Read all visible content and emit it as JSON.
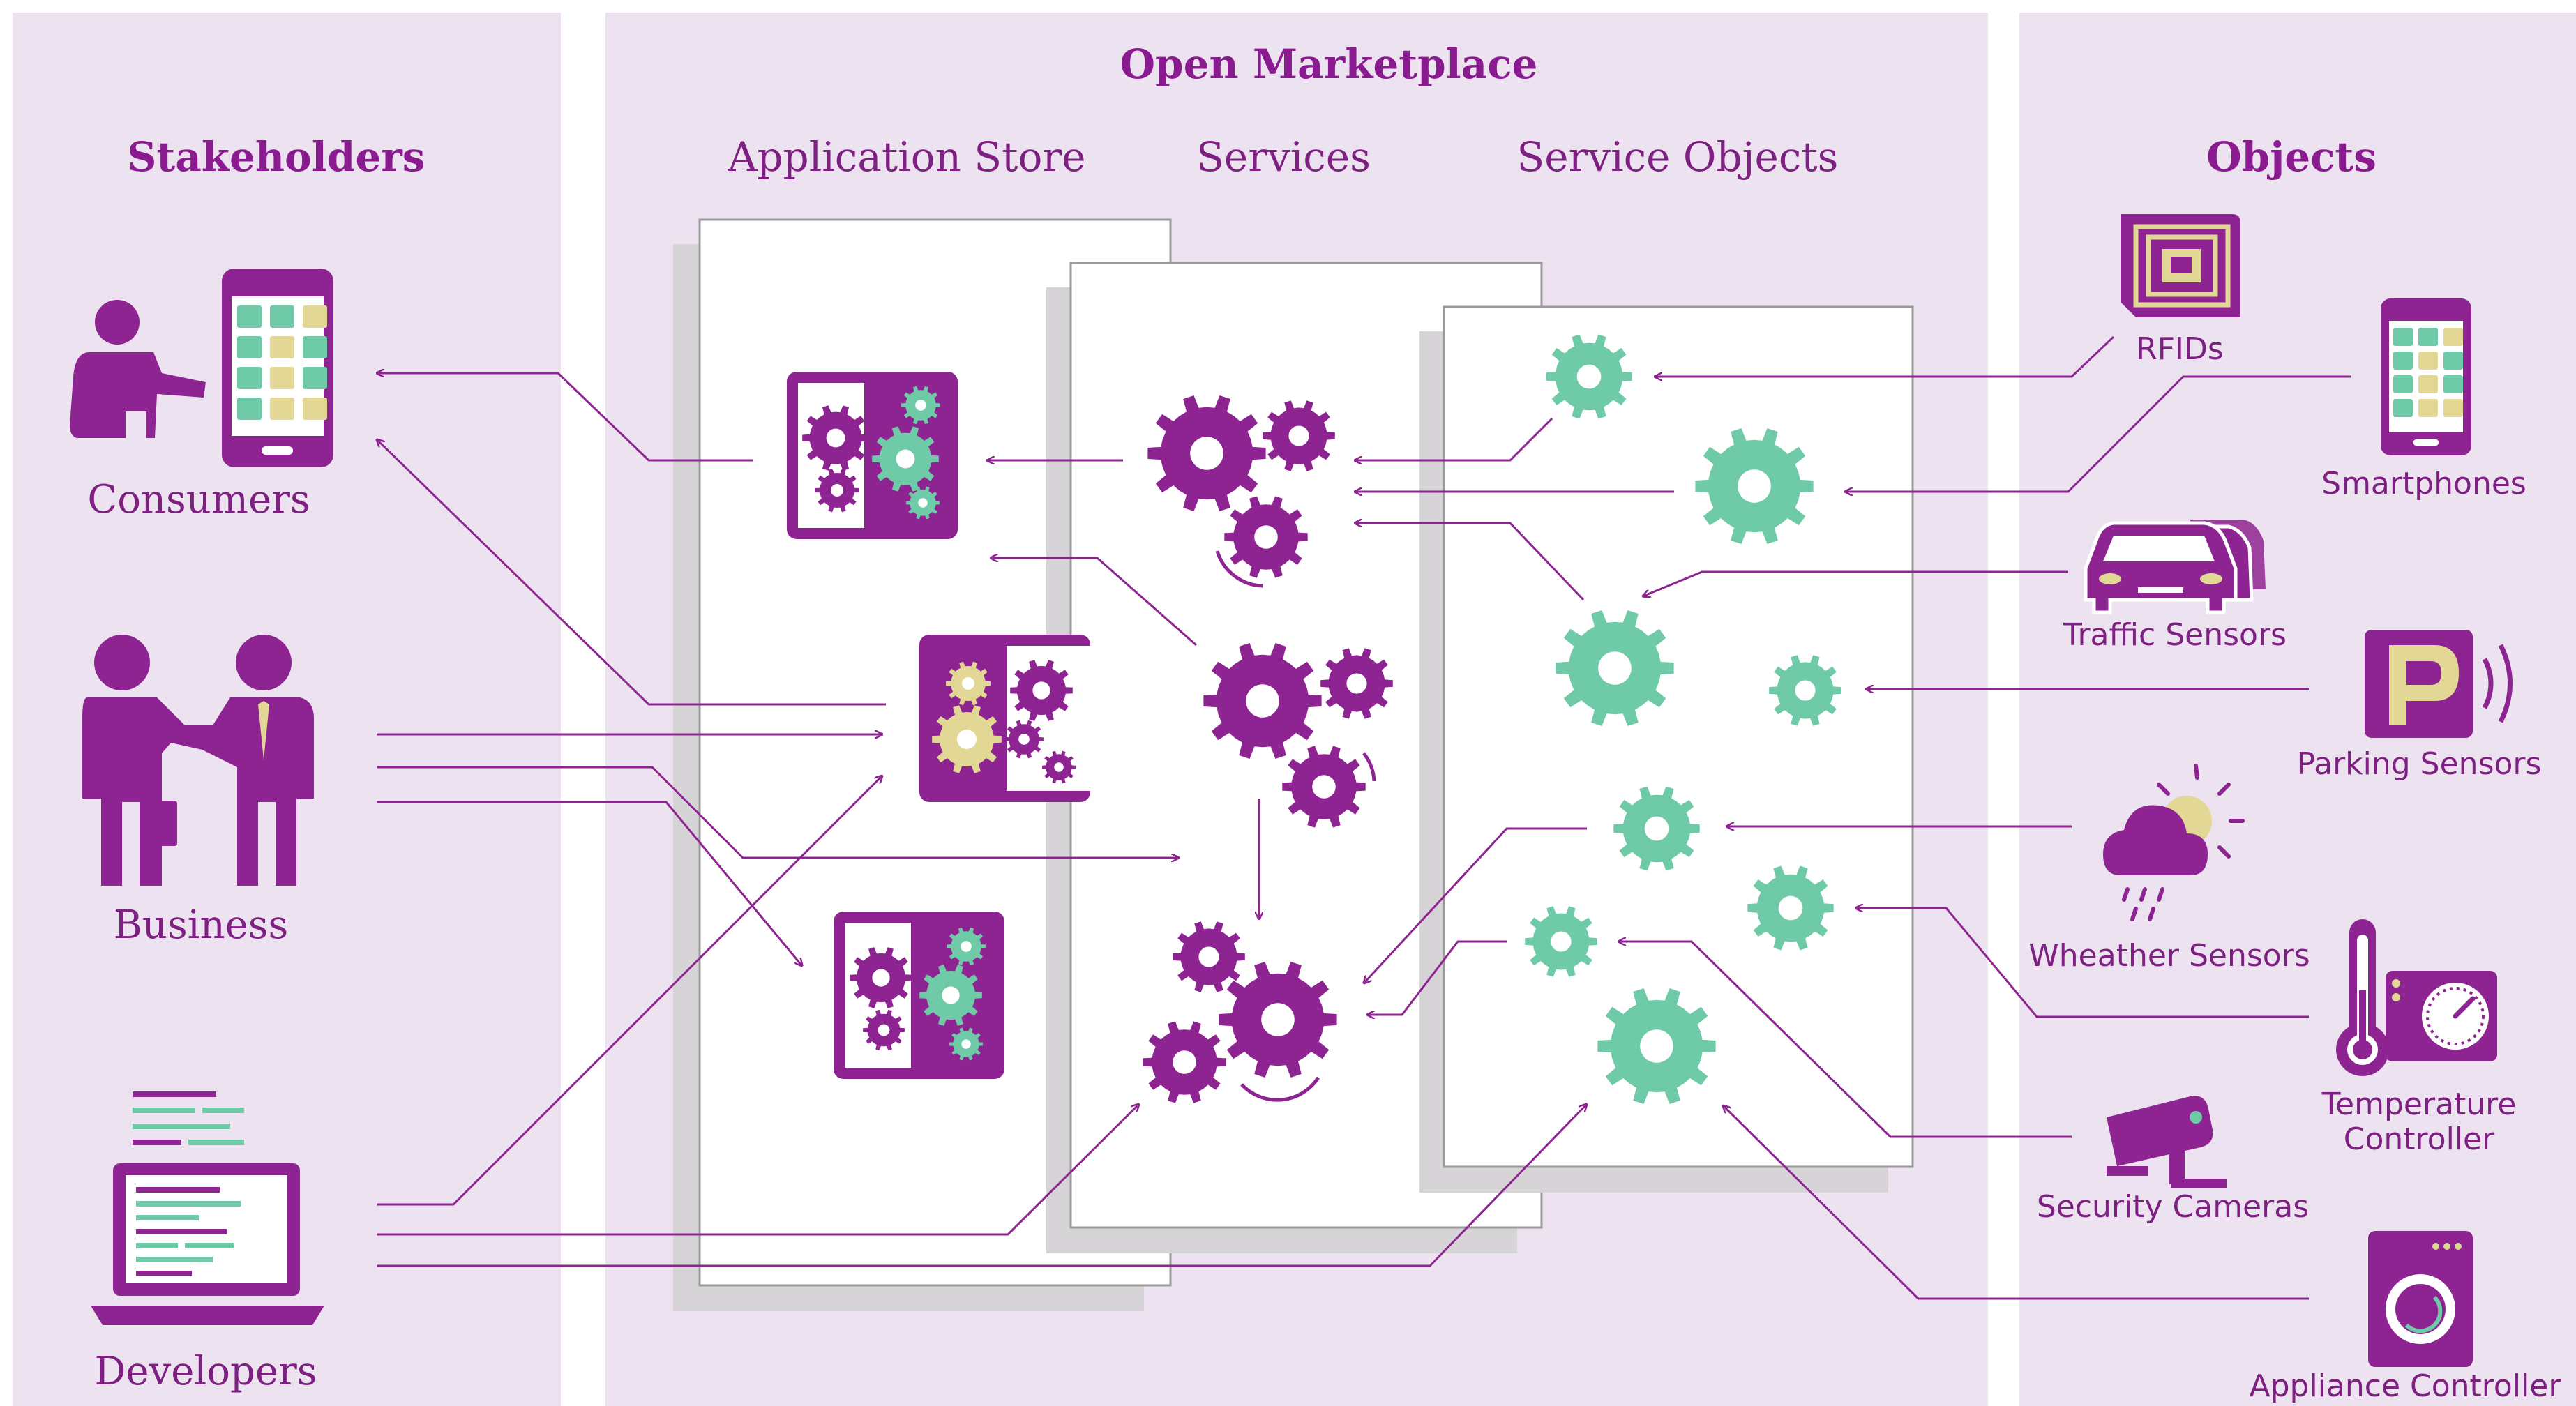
{
  "title": "Open Marketplace",
  "stakeholders": {
    "heading": "Stakeholders",
    "items": [
      "Consumers",
      "Business",
      "Developers"
    ]
  },
  "marketplace": {
    "columns": [
      "Application Store",
      "Services",
      "Service Objects"
    ]
  },
  "objects": {
    "heading": "Objects",
    "items": [
      "RFIDs",
      "Smartphones",
      "Traffic Sensors",
      "Parking Sensors",
      "Wheather Sensors",
      "Temperature",
      "Controller",
      "Security Cameras",
      "Appliance Controller"
    ]
  },
  "colors": {
    "panel": "#ede2f0",
    "purple": "#8e2491",
    "teal": "#6fcaa7",
    "yellow": "#e3d796",
    "card_border": "#9a9a9a",
    "shadow": "#d7d4d8"
  }
}
